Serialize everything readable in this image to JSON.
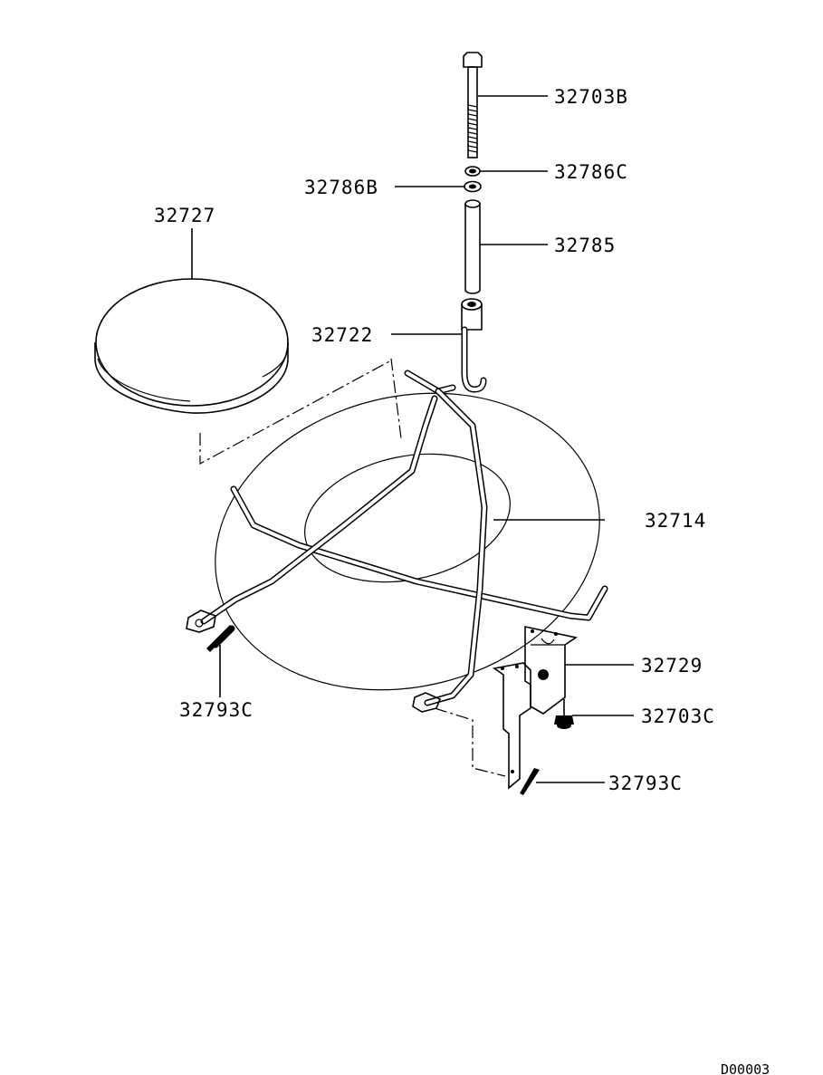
{
  "diagram": {
    "parts": {
      "bolt_top": "32703B",
      "washer_upper": "32786C",
      "washer_lower": "32786B",
      "spacer_tube": "32785",
      "cover": "32727",
      "hook_bracket": "32722",
      "carrier": "32714",
      "bracket": "32729",
      "bolt_bracket": "32703C",
      "pin_left": "32793C",
      "pin_right": "32793C"
    },
    "doc_code": "D00003"
  }
}
